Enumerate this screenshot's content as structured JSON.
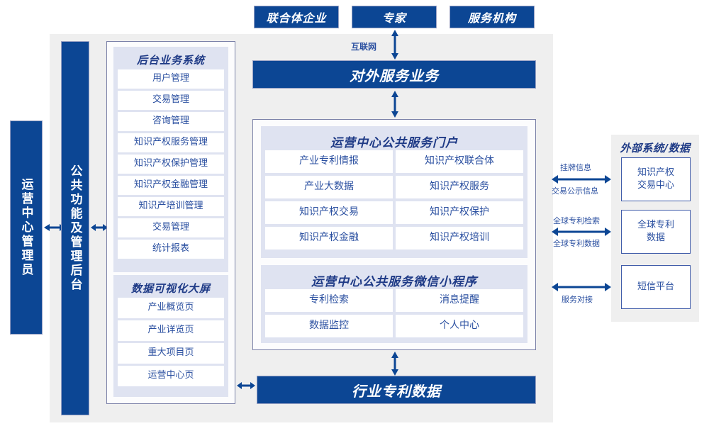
{
  "title_row": {
    "items": [
      {
        "label": "联合体企业",
        "name": "actor-consortium-enterprise"
      },
      {
        "label": "专家",
        "name": "actor-expert"
      },
      {
        "label": "服务机构",
        "name": "actor-service-agency"
      }
    ]
  },
  "connectors": {
    "internet": "互联网",
    "listing_info": "挂牌信息",
    "trade_public_info": "交易公示信息",
    "global_patent_search": "全球专利检索",
    "global_patent_data": "全球专利数据",
    "service_docking": "服务对接"
  },
  "external_service": {
    "label": "对外服务业务",
    "name": "external-service-business"
  },
  "industry_patent_data": {
    "label": "行业专利数据",
    "name": "industry-patent-data"
  },
  "left_rail": {
    "admin": {
      "label": "运营中心管理员"
    },
    "common": {
      "label": "公共功能及管理后台"
    }
  },
  "backend_system": {
    "title": "后台业务系统",
    "items": [
      "用户管理",
      "交易管理",
      "咨询管理",
      "知识产权服务管理",
      "知识产权保护管理",
      "知识产权金融管理",
      "知识产培训管理",
      "交易管理",
      "统计报表"
    ]
  },
  "data_visualization": {
    "title": "数据可视化大屏",
    "items": [
      "产业概览页",
      "产业详览页",
      "重大项目页",
      "运营中心页"
    ]
  },
  "portal": {
    "title": "运营中心公共服务门户",
    "items": [
      "产业专利情报",
      "知识产权联合体",
      "产业大数据",
      "知识产权服务",
      "知识产权交易",
      "知识产权保护",
      "知识产权金融",
      "知识产权培训"
    ]
  },
  "miniprogram": {
    "title": "运营中心公共服务微信小程序",
    "items": [
      "专利检索",
      "消息提醒",
      "数据监控",
      "个人中心"
    ]
  },
  "external": {
    "title": "外部系统/数据",
    "items": [
      "知识产权\n交易中心",
      "全球专利\n数据",
      "短信平台"
    ],
    "items_flat": [
      "知识产权交易中心",
      "全球专利数据",
      "短信平台"
    ]
  },
  "colors": {
    "brand_blue": "#0c4694",
    "panel_lavender": "#dfe3f1",
    "page_gray": "#efefef",
    "text_blue": "#2a4fa0",
    "border_purple": "#7b81a8"
  }
}
